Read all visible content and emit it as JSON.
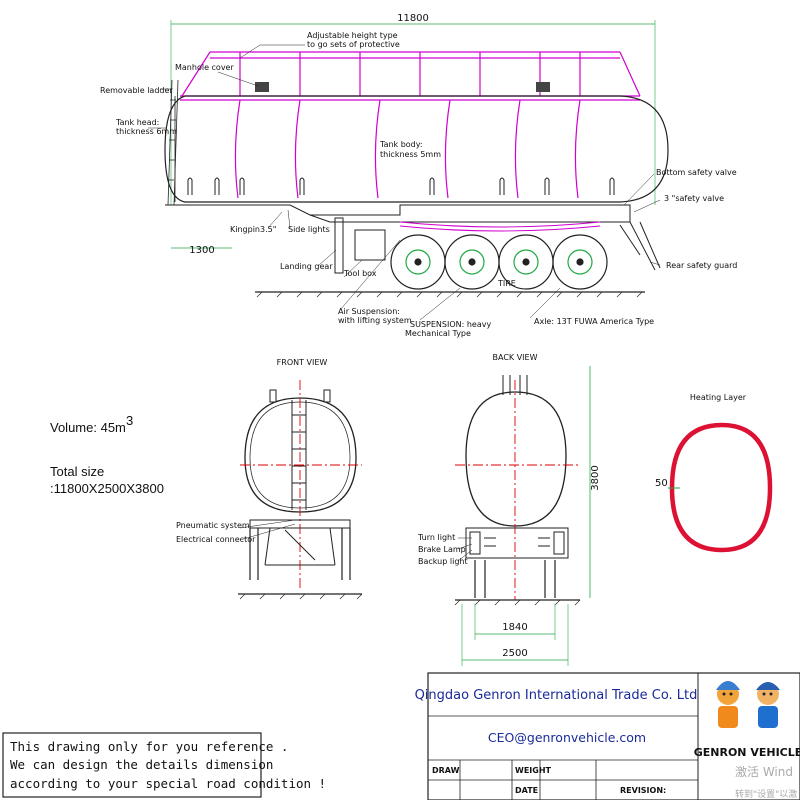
{
  "colors": {
    "line": "#222222",
    "rail": "#d000d0",
    "centerline": "#e00000",
    "heating": "#dd1133",
    "dimension": "#22aa44",
    "company_text": "#1a2a9a",
    "brand_blue": "#1f6fd0"
  },
  "side_view": {
    "overall_length": "11800",
    "kingpin_offset": "1300",
    "labels": {
      "protective": "Adjustable height type\nto go sets of protective",
      "manhole": "Manhole cover",
      "ladder": "Removable ladder",
      "tank_head": "Tank head:\nthickness 6mm",
      "tank_body": "Tank body:\nthickness 5mm",
      "kingpin": "Kingpin3.5\"",
      "side_lights": "Side lights",
      "landing_gear": "Landing gear",
      "tool_box": "Tool box",
      "air_suspension": "Air Suspension:\nwith lifting system",
      "suspension": "SUSPENSION: heavy\nMechanical Type",
      "tire": "TIRE",
      "axle": "Axle: 13T FUWA America Type",
      "bottom_valve": "Bottom safety valve",
      "safety_valve": "3 \"safety valve",
      "rear_guard": "Rear safety guard"
    }
  },
  "front_view": {
    "title": "FRONT VIEW",
    "pneumatic": "Pneumatic system",
    "electrical": "Electrical connector"
  },
  "back_view": {
    "title": "BACK VIEW",
    "height": "3800",
    "inner_width": "1840",
    "outer_width": "2500",
    "turn_light": "Turn light",
    "brake_lamp": "Brake Lamp",
    "backup_light": "Backup light"
  },
  "heating": {
    "title": "Heating Layer",
    "thickness": "50"
  },
  "specs": {
    "volume_label": "Volume:  45m",
    "volume_sup": "3",
    "total_size_label": "Total size",
    "total_size_value": ":11800X2500X3800"
  },
  "note": {
    "line1": "This drawing only for you reference .",
    "line2": "We can design the details dimension",
    "line3": "according to your special road condition !"
  },
  "title_block": {
    "company": "Qingdao Genron International Trade Co. Ltd",
    "email": "CEO@genronvehicle.com",
    "draw": "DRAW",
    "weight": "WEIGHT",
    "date": "DATE",
    "revision": "REVISION:",
    "logo_text": "GENRON VEHICLE",
    "watermark1": "激活 Wind",
    "watermark2": "转到\"设置\"以激"
  }
}
